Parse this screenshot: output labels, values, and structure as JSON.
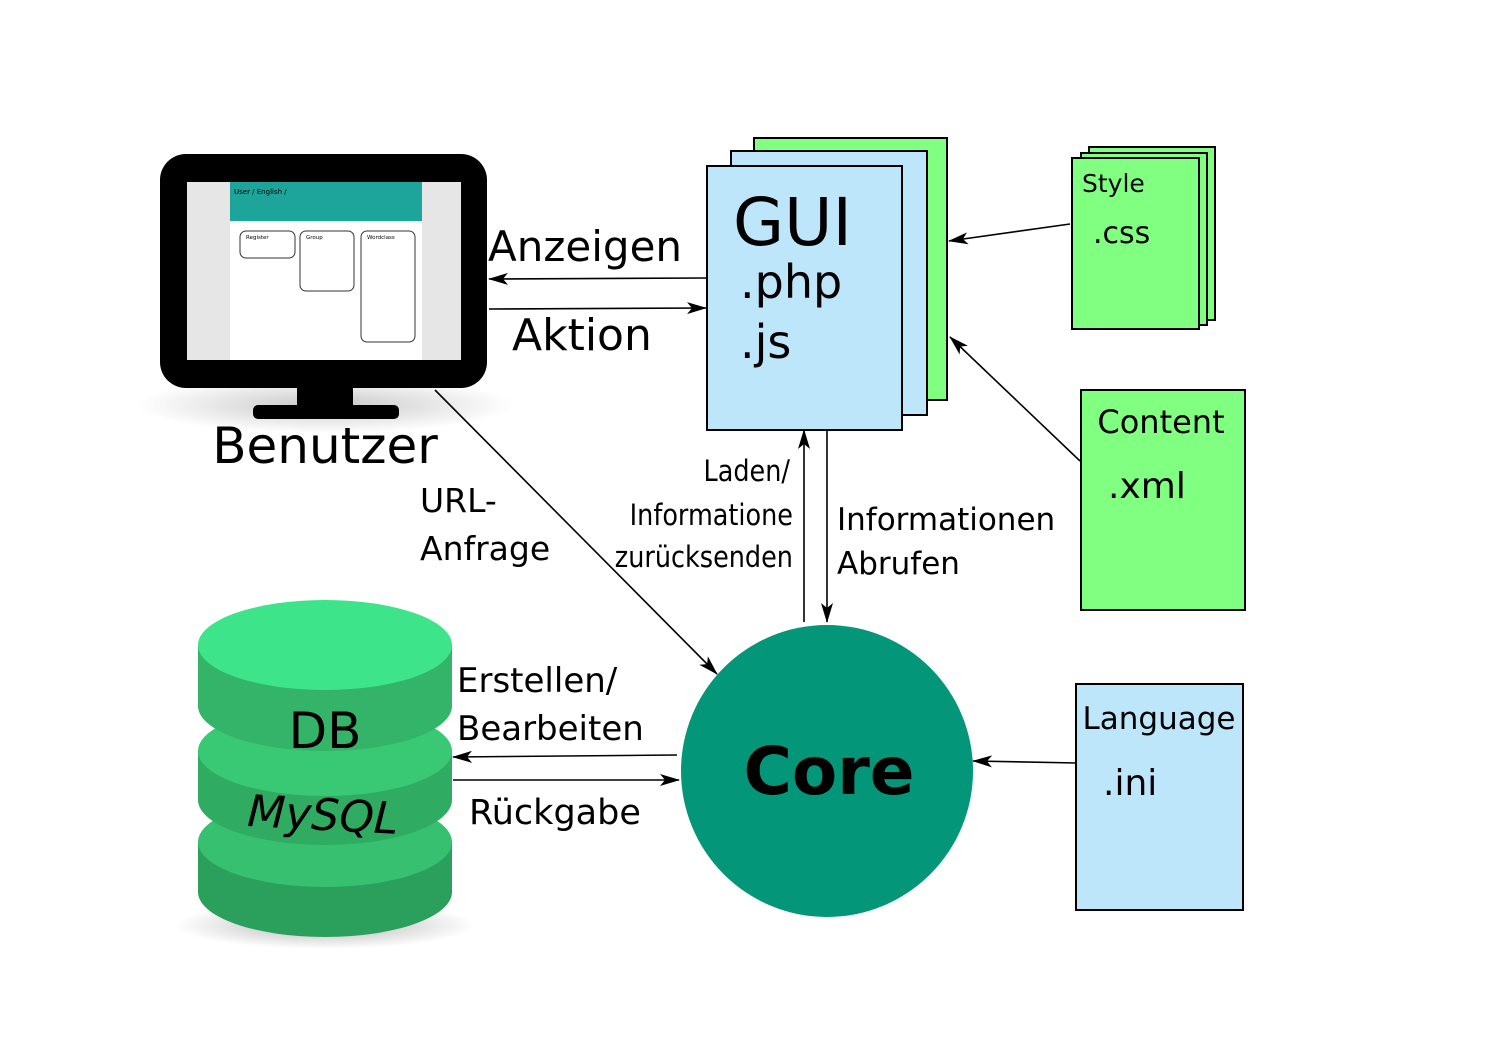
{
  "colors": {
    "doc_blue": "#bde6fb",
    "doc_green": "#80ff80",
    "core": "#039678",
    "db_top": "#3ee48a",
    "db_side": "#2da660",
    "screen_bar": "#1da59b",
    "monitor": "#000000"
  },
  "benutzer": {
    "label": "Benutzer",
    "screen_header": "User / English /",
    "screen_cards": [
      "Register",
      "Group",
      "Wordclass"
    ]
  },
  "gui": {
    "title": "GUI",
    "ext_php": ".php",
    "ext_js": ".js"
  },
  "style_doc": {
    "label": "Style",
    "ext": ".css"
  },
  "content_doc": {
    "label": "Content",
    "ext": ".xml"
  },
  "language_doc": {
    "label": "Language",
    "ext": ".ini"
  },
  "core": {
    "label": "Core"
  },
  "db": {
    "label": "DB",
    "sub": "MySQL"
  },
  "arrows": {
    "anzeigen": "Anzeigen",
    "aktion": "Aktion",
    "url_line1": "URL-",
    "url_line2": "Anfrage",
    "laden_line1": "Laden/",
    "laden_line2": "Informatione",
    "laden_line3": "zurücksenden",
    "abrufen_line1": "Informationen",
    "abrufen_line2": "Abrufen",
    "erstellen_line1": "Erstellen/",
    "erstellen_line2": "Bearbeiten",
    "rueckgabe": "Rückgabe"
  }
}
